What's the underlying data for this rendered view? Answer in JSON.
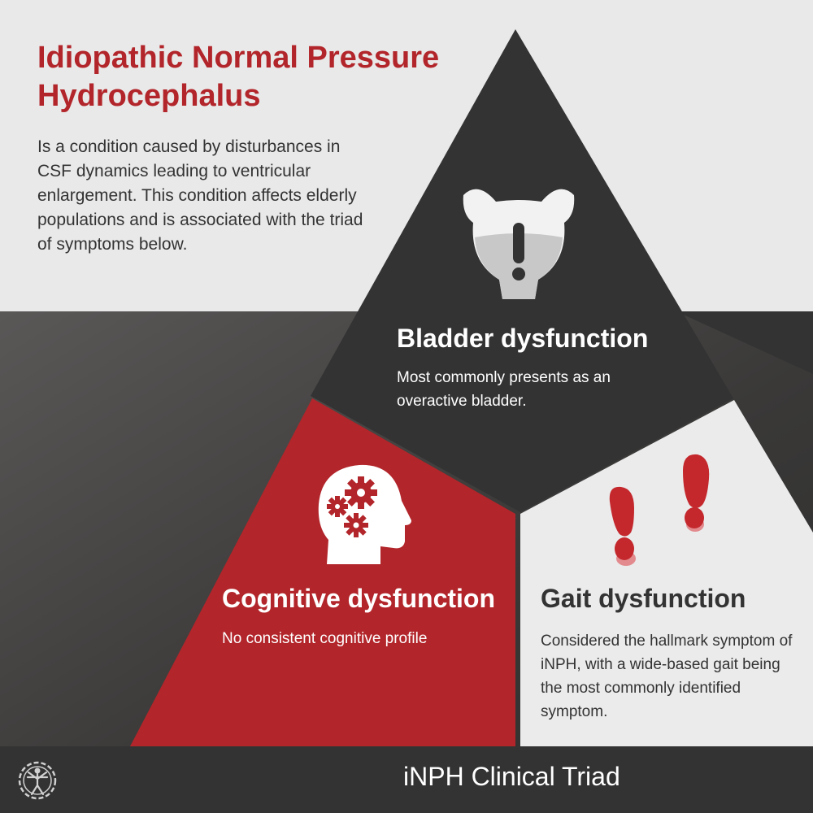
{
  "header": {
    "title": "Idiopathic Normal Pressure Hydrocephalus",
    "intro": "Is a condition caused by disturbances in CSF dynamics leading to ventricular enlargement. This condition affects elderly populations and is associated with the triad of symptoms below."
  },
  "triad": {
    "bladder": {
      "title": "Bladder dysfunction",
      "description": "Most commonly presents as an overactive bladder.",
      "icon": "bladder-alert-icon"
    },
    "cognitive": {
      "title": "Cognitive dysfunction",
      "description": "No consistent cognitive profile",
      "icon": "head-gears-icon"
    },
    "gait": {
      "title": "Gait dysfunction",
      "description": "Considered the hallmark symptom of iNPH, with a wide-based gait being the most commonly identified symptom.",
      "icon": "footprints-icon"
    }
  },
  "footer": {
    "caption": "iNPH Clinical Triad",
    "logo_icon": "vitruvian-figure-icon"
  },
  "colors": {
    "accent_red": "#b2252a",
    "dark": "#333333",
    "light": "#e9e9e9",
    "footprint_red": "#c4282d"
  }
}
